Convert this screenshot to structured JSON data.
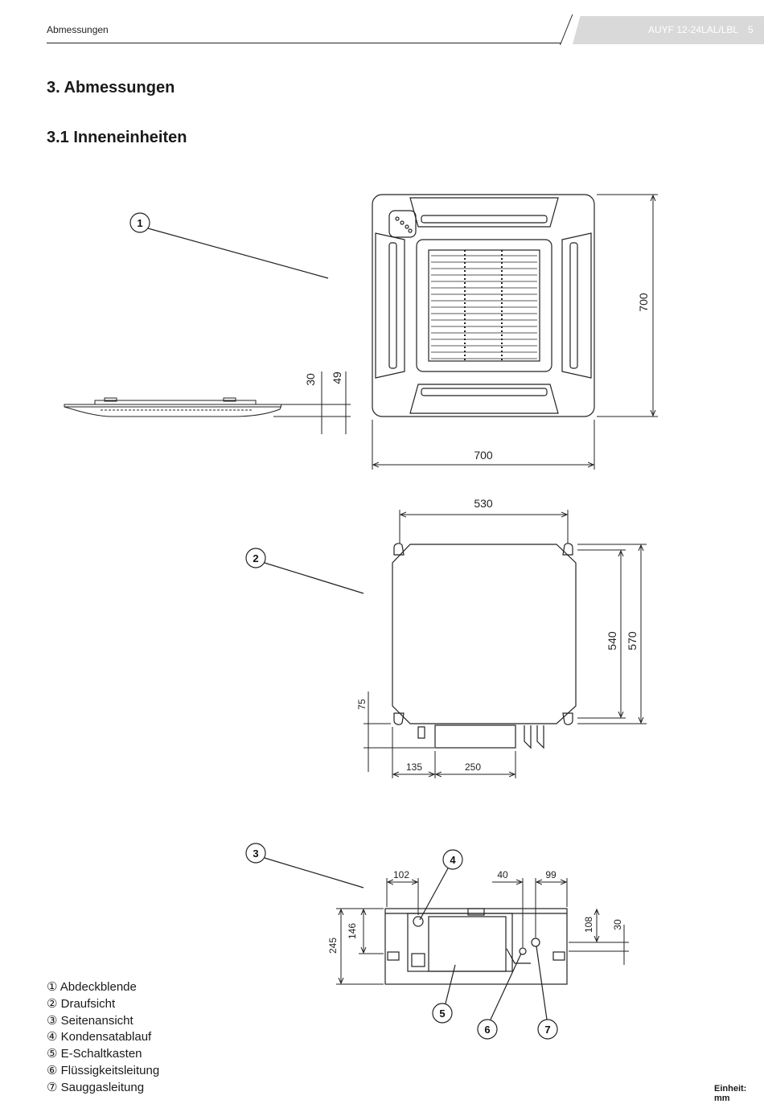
{
  "header": {
    "section": "Abmessungen",
    "model": "AUYF 12-24LAL/LBL",
    "page": "5"
  },
  "headings": {
    "main": "3. Abmessungen",
    "sub": "3.1 Inneneinheiten"
  },
  "callouts": [
    "1",
    "2",
    "3",
    "4",
    "5",
    "6",
    "7"
  ],
  "dimensions": {
    "panel_width": "700",
    "panel_depth": "700",
    "panel_h1": "30",
    "panel_h2": "49",
    "body_width": "530",
    "body_h_inner": "540",
    "body_h_outer": "570",
    "body_offset": "75",
    "body_b1": "135",
    "body_b2": "250",
    "side_l": "102",
    "side_r1": "40",
    "side_r2": "99",
    "side_h1": "245",
    "side_h2": "146",
    "side_h3": "108",
    "side_h4": "30"
  },
  "legend": [
    "① Abdeckblende",
    "② Draufsicht",
    "③ Seitenansicht",
    "④ Kondensatablauf",
    "⑤ E-Schaltkasten",
    "⑥ Flüssigkeitsleitung",
    "⑦ Sauggasleitung"
  ],
  "unit": "Einheit: mm"
}
